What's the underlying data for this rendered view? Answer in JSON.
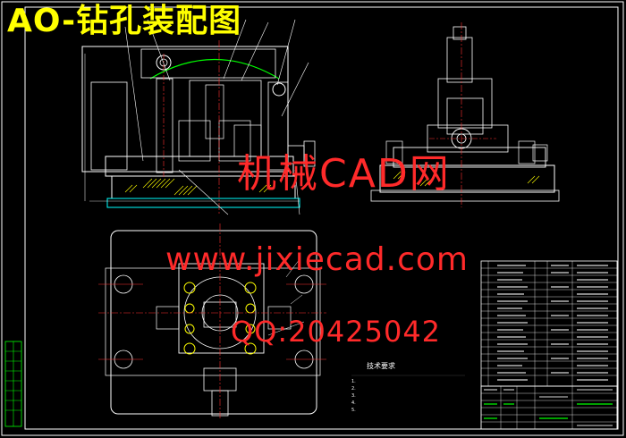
{
  "drawing": {
    "title": "AO-钻孔装配图",
    "watermark": {
      "line1": "机械CAD网",
      "line2": "www.jixiecad.com",
      "line3": "QQ:20425042"
    },
    "technical_requirements": {
      "title": "技术要求",
      "notes": [
        "1.",
        "2.",
        "3.",
        "4.",
        "5."
      ]
    }
  },
  "colors": {
    "background": "#000000",
    "frame": "#ffffff",
    "title": "#ffff00",
    "watermark": "#ff2a2a",
    "center_lines": "#ff3030",
    "green_parts": "#00ff00",
    "cyan_parts": "#00ffff",
    "hatch": "#ffff00"
  }
}
